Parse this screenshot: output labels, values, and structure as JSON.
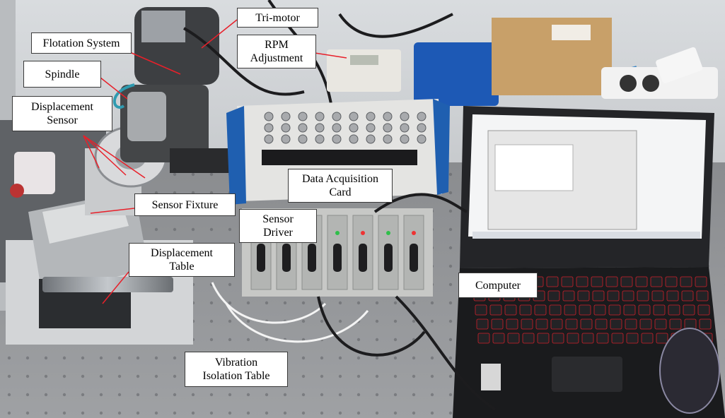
{
  "figure": {
    "labels": {
      "tri_motor": "Tri-motor",
      "flotation_system": "Flotation System",
      "rpm_adjustment": "RPM\nAdjustment",
      "spindle": "Spindle",
      "displacement_sensor": "Displacement\nSensor",
      "data_acquisition_card": "Data Acquisition\nCard",
      "sensor_fixture": "Sensor Fixture",
      "sensor_driver": "Sensor\nDriver",
      "displacement_table": "Displacement\nTable",
      "computer": "Computer",
      "vibration_isolation_table": "Vibration\nIsolation Table"
    },
    "colors": {
      "leader_line": "#e8202a",
      "label_border": "#3a3a3a",
      "daq_accent": "#1f5fb0",
      "keyboard_backlight": "#d0202a"
    }
  }
}
